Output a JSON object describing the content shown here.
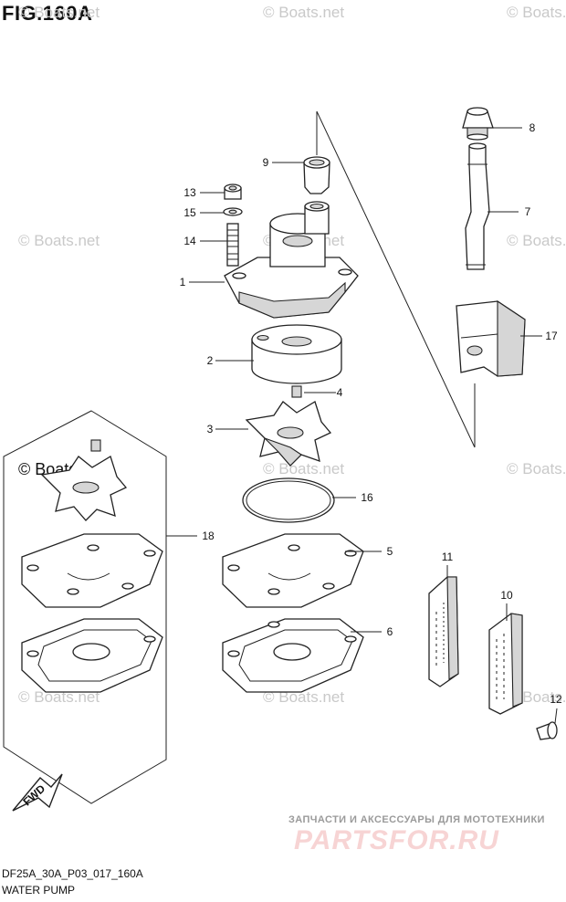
{
  "figure": {
    "title": "FIG.160A",
    "code": "DF25A_30A_P03_017_160A",
    "name": "WATER PUMP"
  },
  "watermark": "© Boats.net",
  "promo": {
    "text": "ЗАПЧАСТИ И АКСЕССУАРЫ ДЛЯ МОТОТЕХНИКИ",
    "logo": "PARTSFOR.RU"
  },
  "fwd_label": "FWD",
  "callouts": [
    "1",
    "2",
    "3",
    "4",
    "5",
    "6",
    "7",
    "8",
    "9",
    "10",
    "11",
    "12",
    "13",
    "14",
    "15",
    "16",
    "17",
    "18"
  ]
}
